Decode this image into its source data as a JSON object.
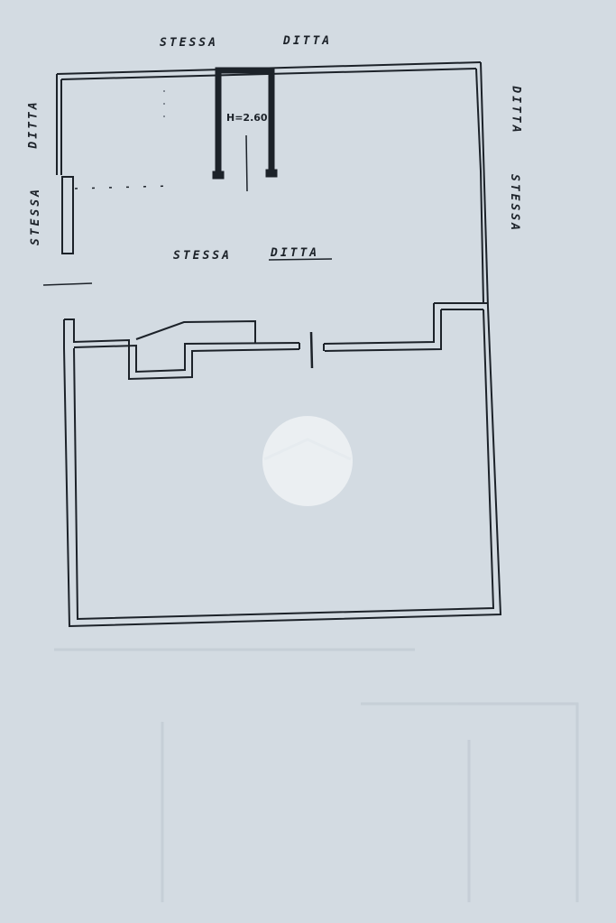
{
  "plan": {
    "top_label_left": "STESSA",
    "top_label_right": "DITTA",
    "left_label_top": "DITTA",
    "left_label_bottom": "STESSA",
    "right_label_top": "DITTA",
    "right_label_bottom": "STESSA",
    "center_label_left": "STESSA",
    "center_label_right": "DITTA",
    "height_label": "H=2.60"
  },
  "colors": {
    "paper": "#d3dbe2",
    "ink": "#1c2229",
    "wall_fill": "#d3dbe2"
  },
  "watermark": {
    "icon": "house-roof-icon"
  }
}
